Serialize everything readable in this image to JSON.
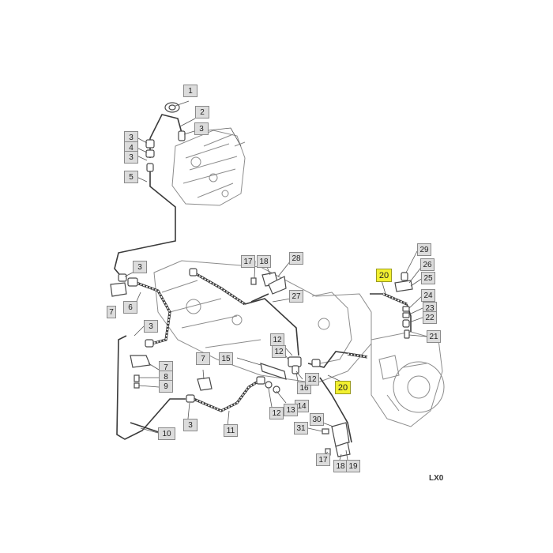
{
  "document_code": "LX0",
  "highlight_color": "#f2f030",
  "callouts": {
    "c1": "1",
    "c2": "2",
    "c3a": "3",
    "c3b": "3",
    "c4": "4",
    "c3c": "3",
    "c5": "5",
    "c3d": "3",
    "c6": "6",
    "c7a": "7",
    "c3e": "3",
    "c7b": "7",
    "c8": "8",
    "c9": "9",
    "c10": "10",
    "c3f": "3",
    "c11": "11",
    "c7c": "7",
    "c17a": "17",
    "c18a": "18",
    "c28": "28",
    "c27": "27",
    "c12a": "12",
    "c15": "15",
    "c12b": "12",
    "c16": "16",
    "c14": "14",
    "c12c": "12",
    "c13": "13",
    "c20a": "20",
    "c20b": "20",
    "c29": "29",
    "c26": "26",
    "c25": "25",
    "c24": "24",
    "c23": "23",
    "c22": "22",
    "c21": "21",
    "c30": "30",
    "c31": "31",
    "c17b": "17",
    "c18b": "18",
    "c19": "19"
  }
}
